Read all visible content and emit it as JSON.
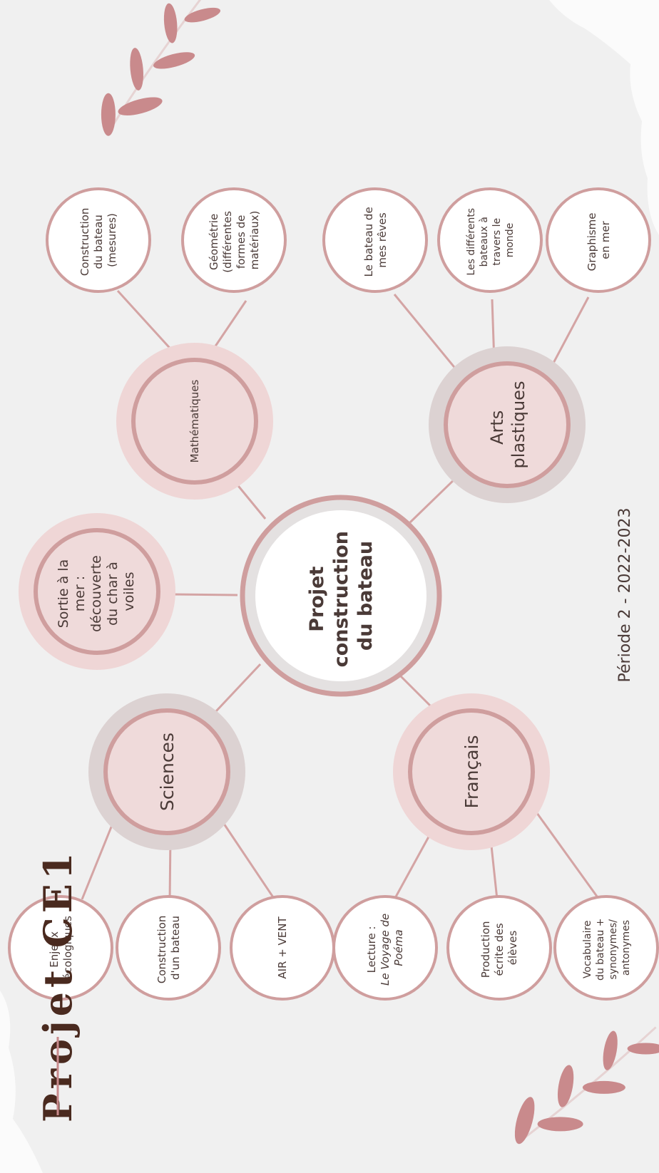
{
  "colors": {
    "background": "#f0f0f0",
    "ring": "#cf9e9e",
    "line": "#d4a4a4",
    "halo_pink": "#efd6d6",
    "halo_grey": "#dcd2d2",
    "text": "#4a3a37",
    "title": "#4a2a1f",
    "leaf": "#c98a8c"
  },
  "title": "Projet CE1",
  "periode": "Période 2 - 2022-2023",
  "center": {
    "lines": [
      "Projet",
      "construction",
      "du bateau"
    ]
  },
  "subjects": {
    "mathematiques": {
      "lines": [
        "Mathématiques"
      ]
    },
    "arts": {
      "lines": [
        "Arts",
        "plastiques"
      ]
    },
    "sortie": {
      "lines": [
        "Sortie à la",
        "mer :",
        "découverte",
        "du char à",
        "voiles"
      ]
    },
    "sciences": {
      "lines": [
        "Sciences"
      ]
    },
    "francais": {
      "lines": [
        "Français"
      ]
    }
  },
  "leaves": {
    "math_1": {
      "lines": [
        "Construction",
        "du bateau",
        "(mesures)"
      ]
    },
    "math_2": {
      "lines": [
        "Géométrie",
        "(différentes",
        "formes de",
        "matériaux)"
      ]
    },
    "arts_1": {
      "lines": [
        "Le bateau de",
        "mes rêves"
      ]
    },
    "arts_2": {
      "lines": [
        "Les différents",
        "bateaux à",
        "travers le",
        "monde"
      ]
    },
    "arts_3": {
      "lines": [
        "Graphisme",
        "en mer"
      ]
    },
    "sci_1": {
      "lines": [
        "Enjeux",
        "écologiques"
      ]
    },
    "sci_2": {
      "lines": [
        "Construction",
        "d'un bateau"
      ]
    },
    "sci_3": {
      "lines": [
        "AIR + VENT"
      ]
    },
    "fr_1": {
      "lines": [
        "Lecture :",
        "Le Voyage de",
        "Poéma"
      ]
    },
    "fr_2": {
      "lines": [
        "Production",
        "écrite des",
        "élèves"
      ]
    },
    "fr_3": {
      "lines": [
        "Vocabulaire",
        "du bateau +",
        "synonymes/",
        "antonymes"
      ]
    }
  }
}
